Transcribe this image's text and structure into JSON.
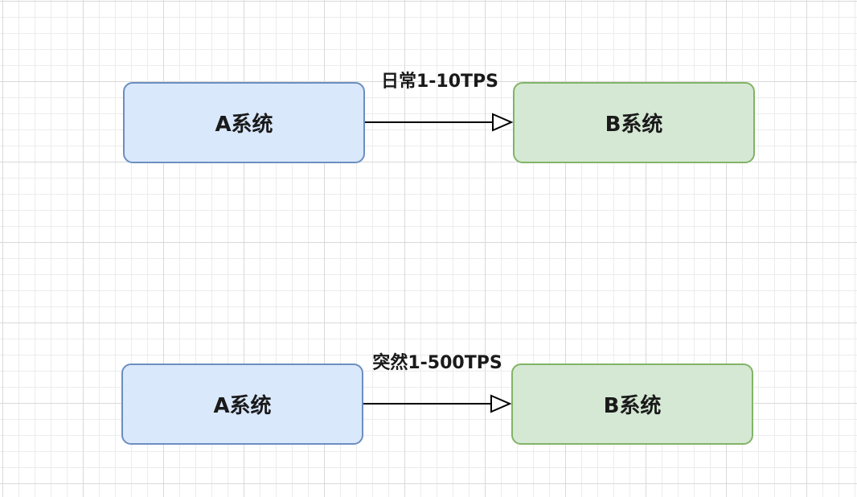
{
  "diagram": {
    "flows": [
      {
        "source": "A系统",
        "target": "B系统",
        "edge_label": "日常1-10TPS"
      },
      {
        "source": "A系统",
        "target": "B系统",
        "edge_label": "突然1-500TPS"
      }
    ]
  },
  "colors": {
    "source_fill": "#dae8fc",
    "source_stroke": "#6c8ebf",
    "target_fill": "#d5e8d4",
    "target_stroke": "#82b366",
    "edge": "#000000"
  }
}
